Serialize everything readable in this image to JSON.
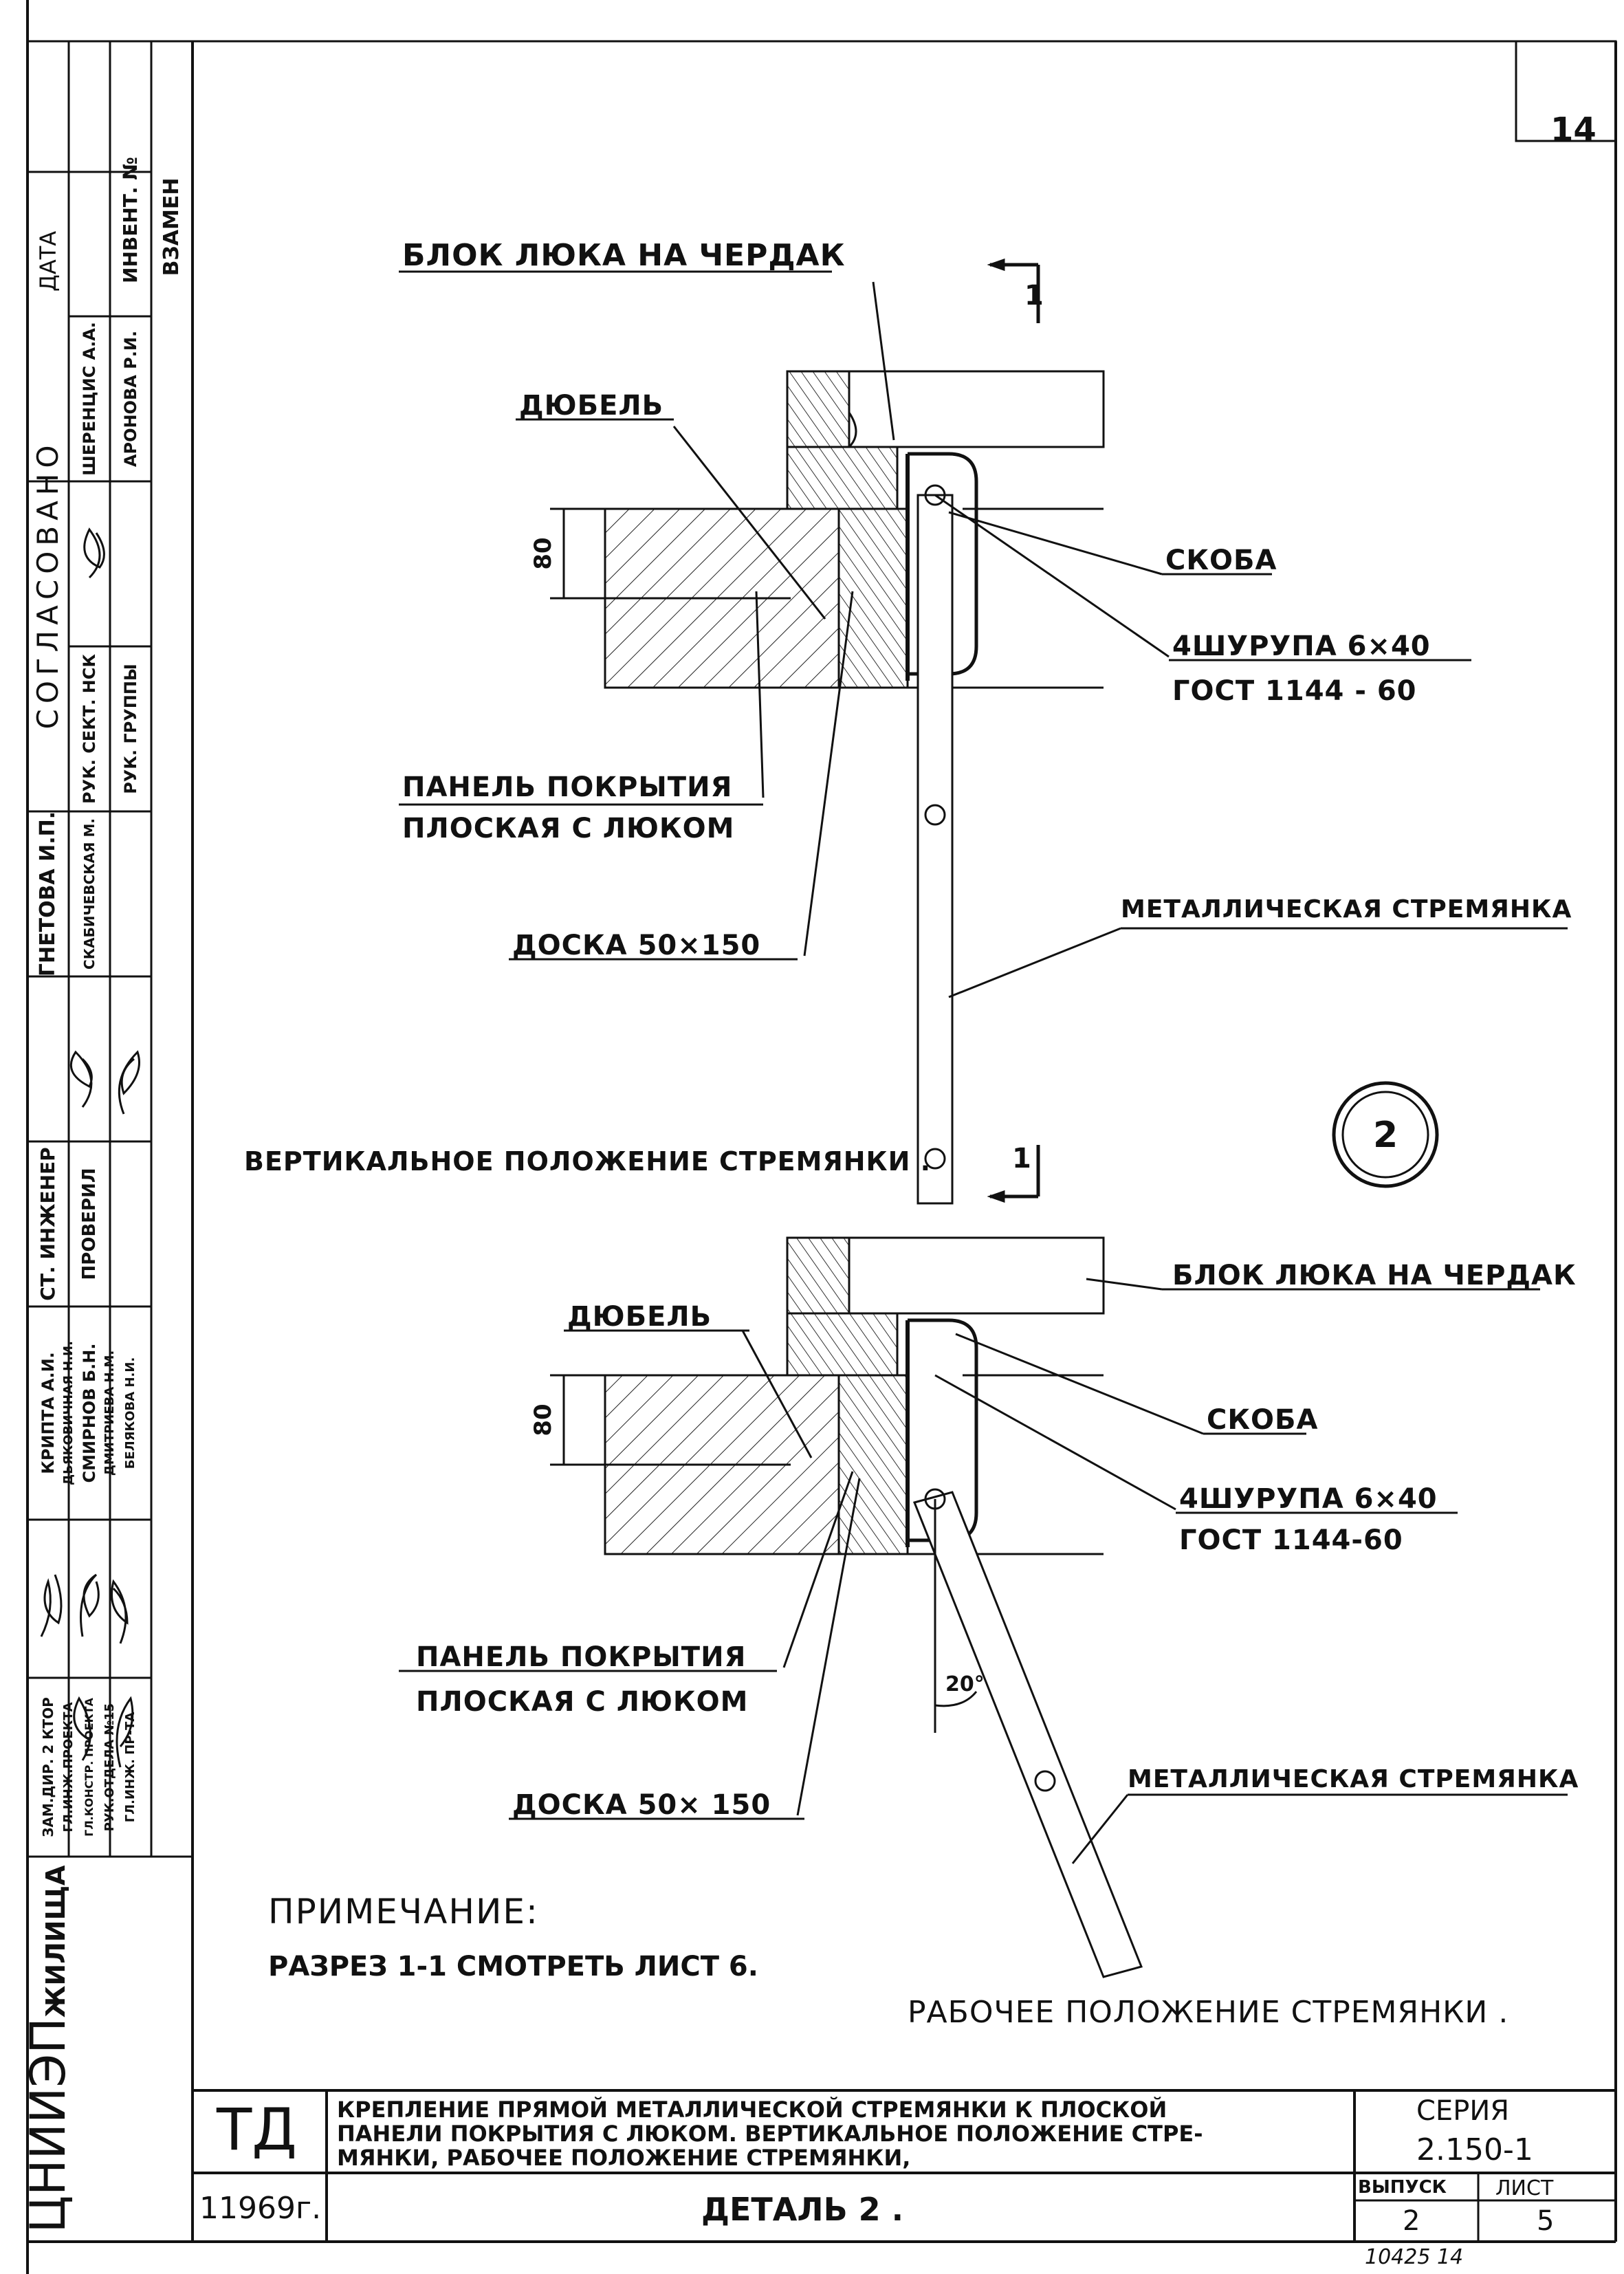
{
  "sheet": {
    "page_number": "14",
    "view_marker": "2",
    "section_mark": "1"
  },
  "upper_view": {
    "title": "ВЕРТИКАЛЬНОЕ ПОЛОЖЕНИЕ СТРЕМЯНКИ .",
    "hatch_block": "БЛОК ЛЮКА НА ЧЕРДАК",
    "dowel": "ДЮБЕЛЬ",
    "bracket": "СКОБА",
    "screws_1": "4ШУРУПА 6×40",
    "screws_2": "ГОСТ 1144 - 60",
    "panel_1": "ПАНЕЛЬ ПОКРЫТИЯ",
    "panel_2": "ПЛОСКАЯ С ЛЮКОМ",
    "board": "ДОСКА 50×150",
    "ladder": "МЕТАЛЛИЧЕСКАЯ СТРЕМЯНКА",
    "dimension": "80"
  },
  "lower_view": {
    "title": "РАБОЧЕЕ ПОЛОЖЕНИЕ СТРЕМЯНКИ .",
    "hatch_block": "БЛОК ЛЮКА НА ЧЕРДАК",
    "dowel": "ДЮБЕЛЬ",
    "bracket": "СКОБА",
    "screws_1": "4ШУРУПА 6×40",
    "screws_2": "ГОСТ 1144-60",
    "panel_1": "ПАНЕЛЬ ПОКРЫТИЯ",
    "panel_2": "ПЛОСКАЯ С ЛЮКОМ",
    "board": "ДОСКА 50× 150",
    "ladder": "МЕТАЛЛИЧЕСКАЯ СТРЕМЯНКА",
    "dimension": "80",
    "angle": "20°"
  },
  "note": {
    "heading": "ПРИМЕЧАНИЕ:",
    "text": "РАЗРЕЗ 1-1 СМОТРЕТЬ ЛИСТ 6."
  },
  "title_block": {
    "code": "ТД",
    "title_line_1": "КРЕПЛЕНИЕ ПРЯМОЙ МЕТАЛЛИЧЕСКОЙ СТРЕМЯНКИ К ПЛОСКОЙ",
    "title_line_2": "ПАНЕЛИ ПОКРЫТИЯ С ЛЮКОМ. ВЕРТИКАЛЬНОЕ ПОЛОЖЕНИЕ СТРЕ-",
    "title_line_3": "МЯНКИ, РАБОЧЕЕ ПОЛОЖЕНИЕ СТРЕМЯНКИ,",
    "series_label": "СЕРИЯ",
    "series_value": "2.150-1",
    "order_no": "11969г.",
    "detail": "ДЕТАЛЬ 2 .",
    "issue_label": "ВЫПУСК",
    "issue_value": "2",
    "sheet_label": "ЛИСТ",
    "sheet_value": "5",
    "bottom_numbers": "10425   14"
  },
  "side_stamp": {
    "organization": "ЦНИИЭП",
    "organization_suffix": "ЖИЛИЩА",
    "header_agreed": "СОГЛАСОВАНО",
    "header_date": "ДАТА",
    "header_inventory": "ИНВЕНТ. №",
    "header_replaced": "ВЗАМЕН",
    "roles": [
      "ЗАМ.ДИР. 2 КТОР",
      "ГЛ.ИНЖ.ПРОЕКТА",
      "ГЛ.КОНСТР. ПРОЕКТА",
      "РУК.ОТДЕЛА №15",
      "ГЛ.ИНЖ. ПР-ТА"
    ],
    "names": [
      "КРИПТА А.И.",
      "ДЬЯКОВИЧНАЯ Н.И.",
      "СМИРНОВ Б.Н.",
      "ДМИТРИЕВА Н.М.",
      "БЕЛЯКОВА Н.И."
    ],
    "engineer_role": "СТ. ИНЖЕНЕР",
    "checked_role": "ПРОВЕРИЛ",
    "engineer_name": "ГНЕТОВА И.П.",
    "checked_name": "СКАБИЧЕВСКАЯ М.",
    "agree_roles": [
      "РУК. СЕКТ. НСК",
      "РУК. ГРУППЫ"
    ],
    "agree_names": [
      "ШЕРЕНЦИС А.А.",
      "АРОНОВА Р.И."
    ]
  }
}
